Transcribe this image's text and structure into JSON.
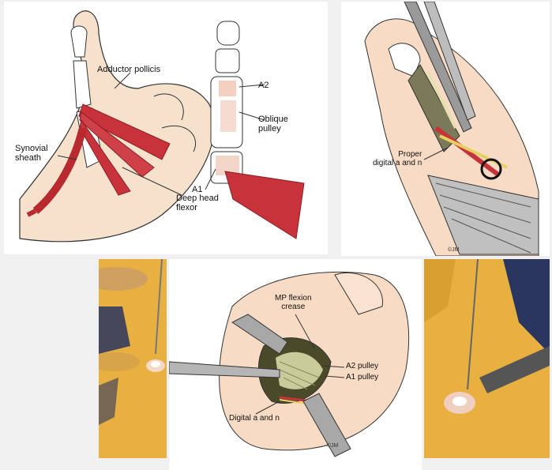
{
  "panel_a": {
    "labels": {
      "adductor": "Adductor pollicis",
      "synovial": "Synovial\nsheath",
      "a2": "A2",
      "oblique": "Oblique\npulley",
      "a1": "A1",
      "deep_head": "Deep head\nflexor"
    }
  },
  "panel_b": {
    "labels": {
      "proper": "Proper\ndigital a and n"
    }
  },
  "panel_d": {
    "labels": {
      "mp_crease": "MP flexion\ncrease",
      "a2_pulley": "A2 pulley",
      "a1_pulley": "A1 pulley",
      "digital": "Digital a and n"
    }
  },
  "colors": {
    "muscle": "#c8323a",
    "skin": "#f6dcc4",
    "photo_skin": "#e8b040",
    "drape": "#2a3560"
  }
}
